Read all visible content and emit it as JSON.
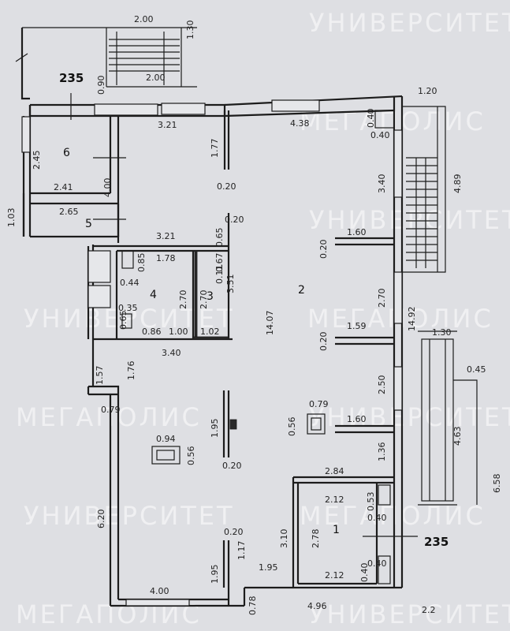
{
  "plan": {
    "rooms": {
      "r1": "1",
      "r2": "2",
      "r3": "3",
      "r4": "4",
      "r5": "5",
      "r6": "6"
    },
    "markers": {
      "top": "235",
      "bottom": "235"
    },
    "watermarks": {
      "w1": "УНИВЕРСИТЕТ",
      "w2": "МЕГАПОЛИС"
    },
    "dims": {
      "d_2_00_a": "2.00",
      "d_1_30_a": "1.30",
      "d_0_90": "0.90",
      "d_2_00_b": "2.00",
      "d_1_20": "1.20",
      "d_3_21_a": "3.21",
      "d_4_38": "4.38",
      "d_0_40_a": "0.40",
      "d_0_40_b": "0.40",
      "d_2_45": "2.45",
      "d_1_77": "1.77",
      "d_4_00_a": "4.00",
      "d_2_41": "2.41",
      "d_0_20_a": "0.20",
      "d_3_40_a": "3.40",
      "d_4_89": "4.89",
      "d_1_03": "1.03",
      "d_2_65": "2.65",
      "d_0_20_b": "0.20",
      "d_3_21_b": "3.21",
      "d_0_65_a": "0.65",
      "d_1_78": "1.78",
      "d_0_85": "0.85",
      "d_0_67": "0.67",
      "d_0_11": "0.11",
      "d_3_51": "3.51",
      "d_0_44": "0.44",
      "d_1_60_a": "1.60",
      "d_0_20_c": "0.20",
      "d_2_70_a": "2.70",
      "d_2_70_b": "2.70",
      "d_2_70_c": "2.70",
      "d_0_35": "0.35",
      "d_0_65_b": "0.65",
      "d_0_86": "0.86",
      "d_1_00": "1.00",
      "d_1_02": "1.02",
      "d_14_07": "14.07",
      "d_1_59": "1.59",
      "d_0_20_d": "0.20",
      "d_14_92": "14.92",
      "d_1_30_b": "1.30",
      "d_3_40_b": "3.40",
      "d_1_57": "1.57",
      "d_1_76": "1.76",
      "d_2_50": "2.50",
      "d_0_45": "0.45",
      "d_0_79_a": "0.79",
      "d_0_79_b": "0.79",
      "d_1_95_a": "1.95",
      "d_0_56_a": "0.56",
      "d_1_60_b": "1.60",
      "d_4_63": "4.63",
      "d_0_94": "0.94",
      "d_0_56_b": "0.56",
      "d_0_20_e": "0.20",
      "d_1_36": "1.36",
      "d_6_58": "6.58",
      "d_2_84": "2.84",
      "d_6_20": "6.20",
      "d_2_12_a": "2.12",
      "d_0_53": "0.53",
      "d_0_40_c": "0.40",
      "d_0_20_f": "0.20",
      "d_3_10": "3.10",
      "d_2_78": "2.78",
      "d_1_17": "1.17",
      "d_1_95_b": "1.95",
      "d_1_95_c": "1.95",
      "d_2_12_b": "2.12",
      "d_0_40_d": "0.40",
      "d_0_40_e": "0.40",
      "d_4_00_b": "4.00",
      "d_0_78": "0.78",
      "d_4_96": "4.96",
      "d_2_2": "2.2"
    }
  }
}
